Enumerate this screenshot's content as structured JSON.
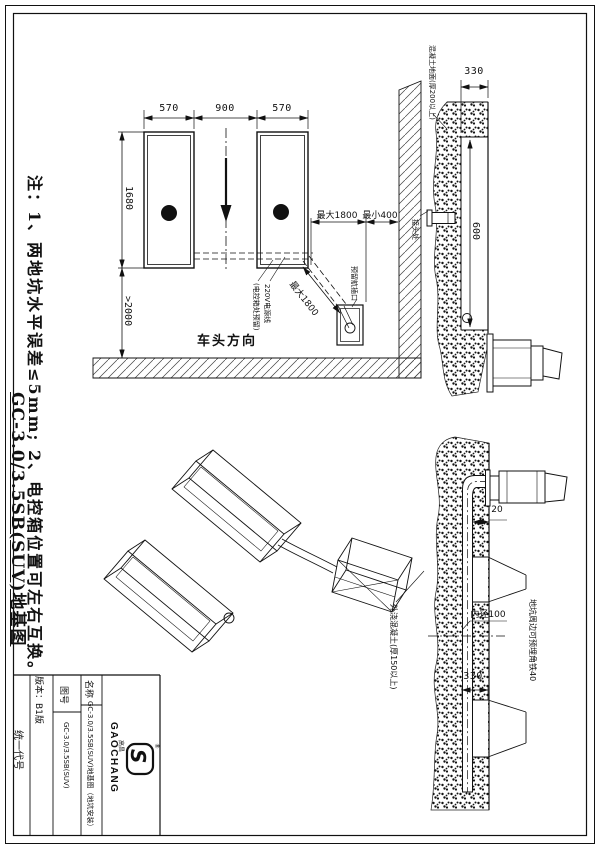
{
  "page": {
    "bg": "#ffffff",
    "line_color": "#111111"
  },
  "note": {
    "line1": "注：1、两地坑水平误差≤5mm; 2、电控箱位置可左右互换。",
    "line2": "GC-3.0/3.5SB(SUV)地基图"
  },
  "plan": {
    "dim_pit_left_width": "570",
    "dim_center_gap": "900",
    "dim_pit_right_width": "570",
    "dim_pit_length": "1680",
    "dim_rear_clearance": ">2000",
    "dim_box_max": "最大1800",
    "dim_box_min": "最小400",
    "dim_diag_max": "最大1800",
    "label_car_direction": "车头方向",
    "label_reserved_at_box": "(电控箱处预留)",
    "label_power_line": "220V电源线",
    "label_plug_port": "预留航插口"
  },
  "s1": {
    "dim_width": "330",
    "dim_depth": "600",
    "label_concrete_floor": "混凝土地面(厚200以上)",
    "label_joint": "接头处"
  },
  "s2": {
    "dim_pipe_depth": "20",
    "label_inner_diameter": "内径100",
    "dim_width": "330",
    "label_angle_iron": "地坑周边可预埋角铁40",
    "label_outer_concrete": "外浇混凝土(厚150以上)"
  },
  "tb": {
    "name_label": "名称",
    "name_value": "GC-3.0/3.5SB(SUV)地基图（地坑安装）",
    "no_label": "图号",
    "no_value": "GC-3.0/3.5SB(SUV)",
    "version": "版本：B1版",
    "code": "统一代号",
    "gaochang": "GAOCHANG",
    "cn": "高昌",
    "mark": "S",
    "reg": "®"
  }
}
